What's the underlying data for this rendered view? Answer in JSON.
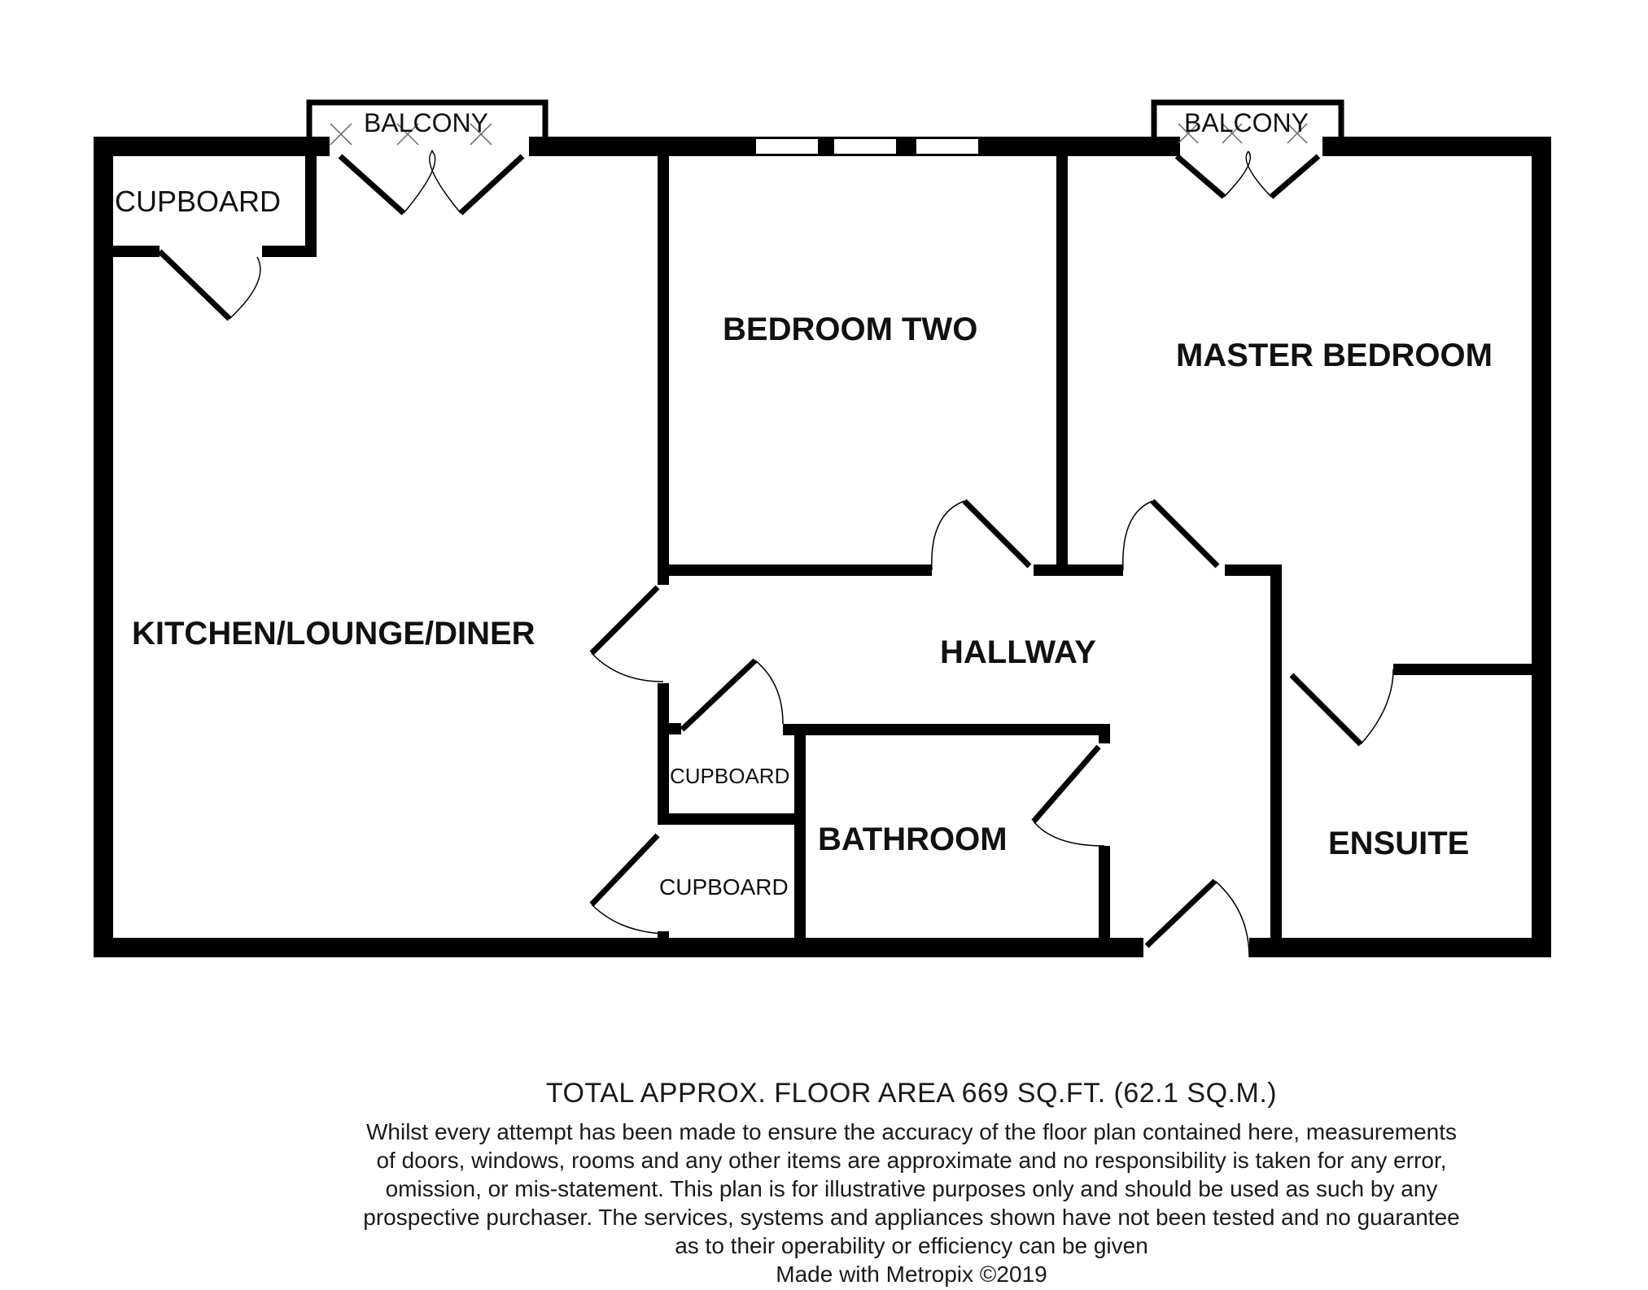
{
  "rooms": {
    "kitchen": "KITCHEN/LOUNGE/DINER",
    "bedroom_two": "BEDROOM TWO",
    "master": "MASTER BEDROOM",
    "hallway": "HALLWAY",
    "bathroom": "BATHROOM",
    "ensuite": "ENSUITE",
    "cupboard_top": "CUPBOARD",
    "cupboard_mid": "CUPBOARD",
    "cupboard_low": "CUPBOARD",
    "balcony_left": "BALCONY",
    "balcony_right": "BALCONY"
  },
  "footer": {
    "area": "TOTAL APPROX. FLOOR AREA 669 SQ.FT. (62.1 SQ.M.)",
    "disclaimer_lines": [
      "Whilst every attempt has been made to ensure the accuracy of the floor plan contained here, measurements",
      "of doors, windows, rooms and any other items are approximate and no responsibility is taken for any error,",
      "omission, or mis-statement. This plan is for illustrative purposes only and should be used as such by any",
      "prospective purchaser. The services, systems and appliances shown have not been tested and no guarantee",
      "as to their operability or efficiency can be given"
    ],
    "credit": "Made with Metropix ©2019"
  },
  "colors": {
    "wall": "#000000",
    "background": "#ffffff",
    "text": "#111111"
  }
}
